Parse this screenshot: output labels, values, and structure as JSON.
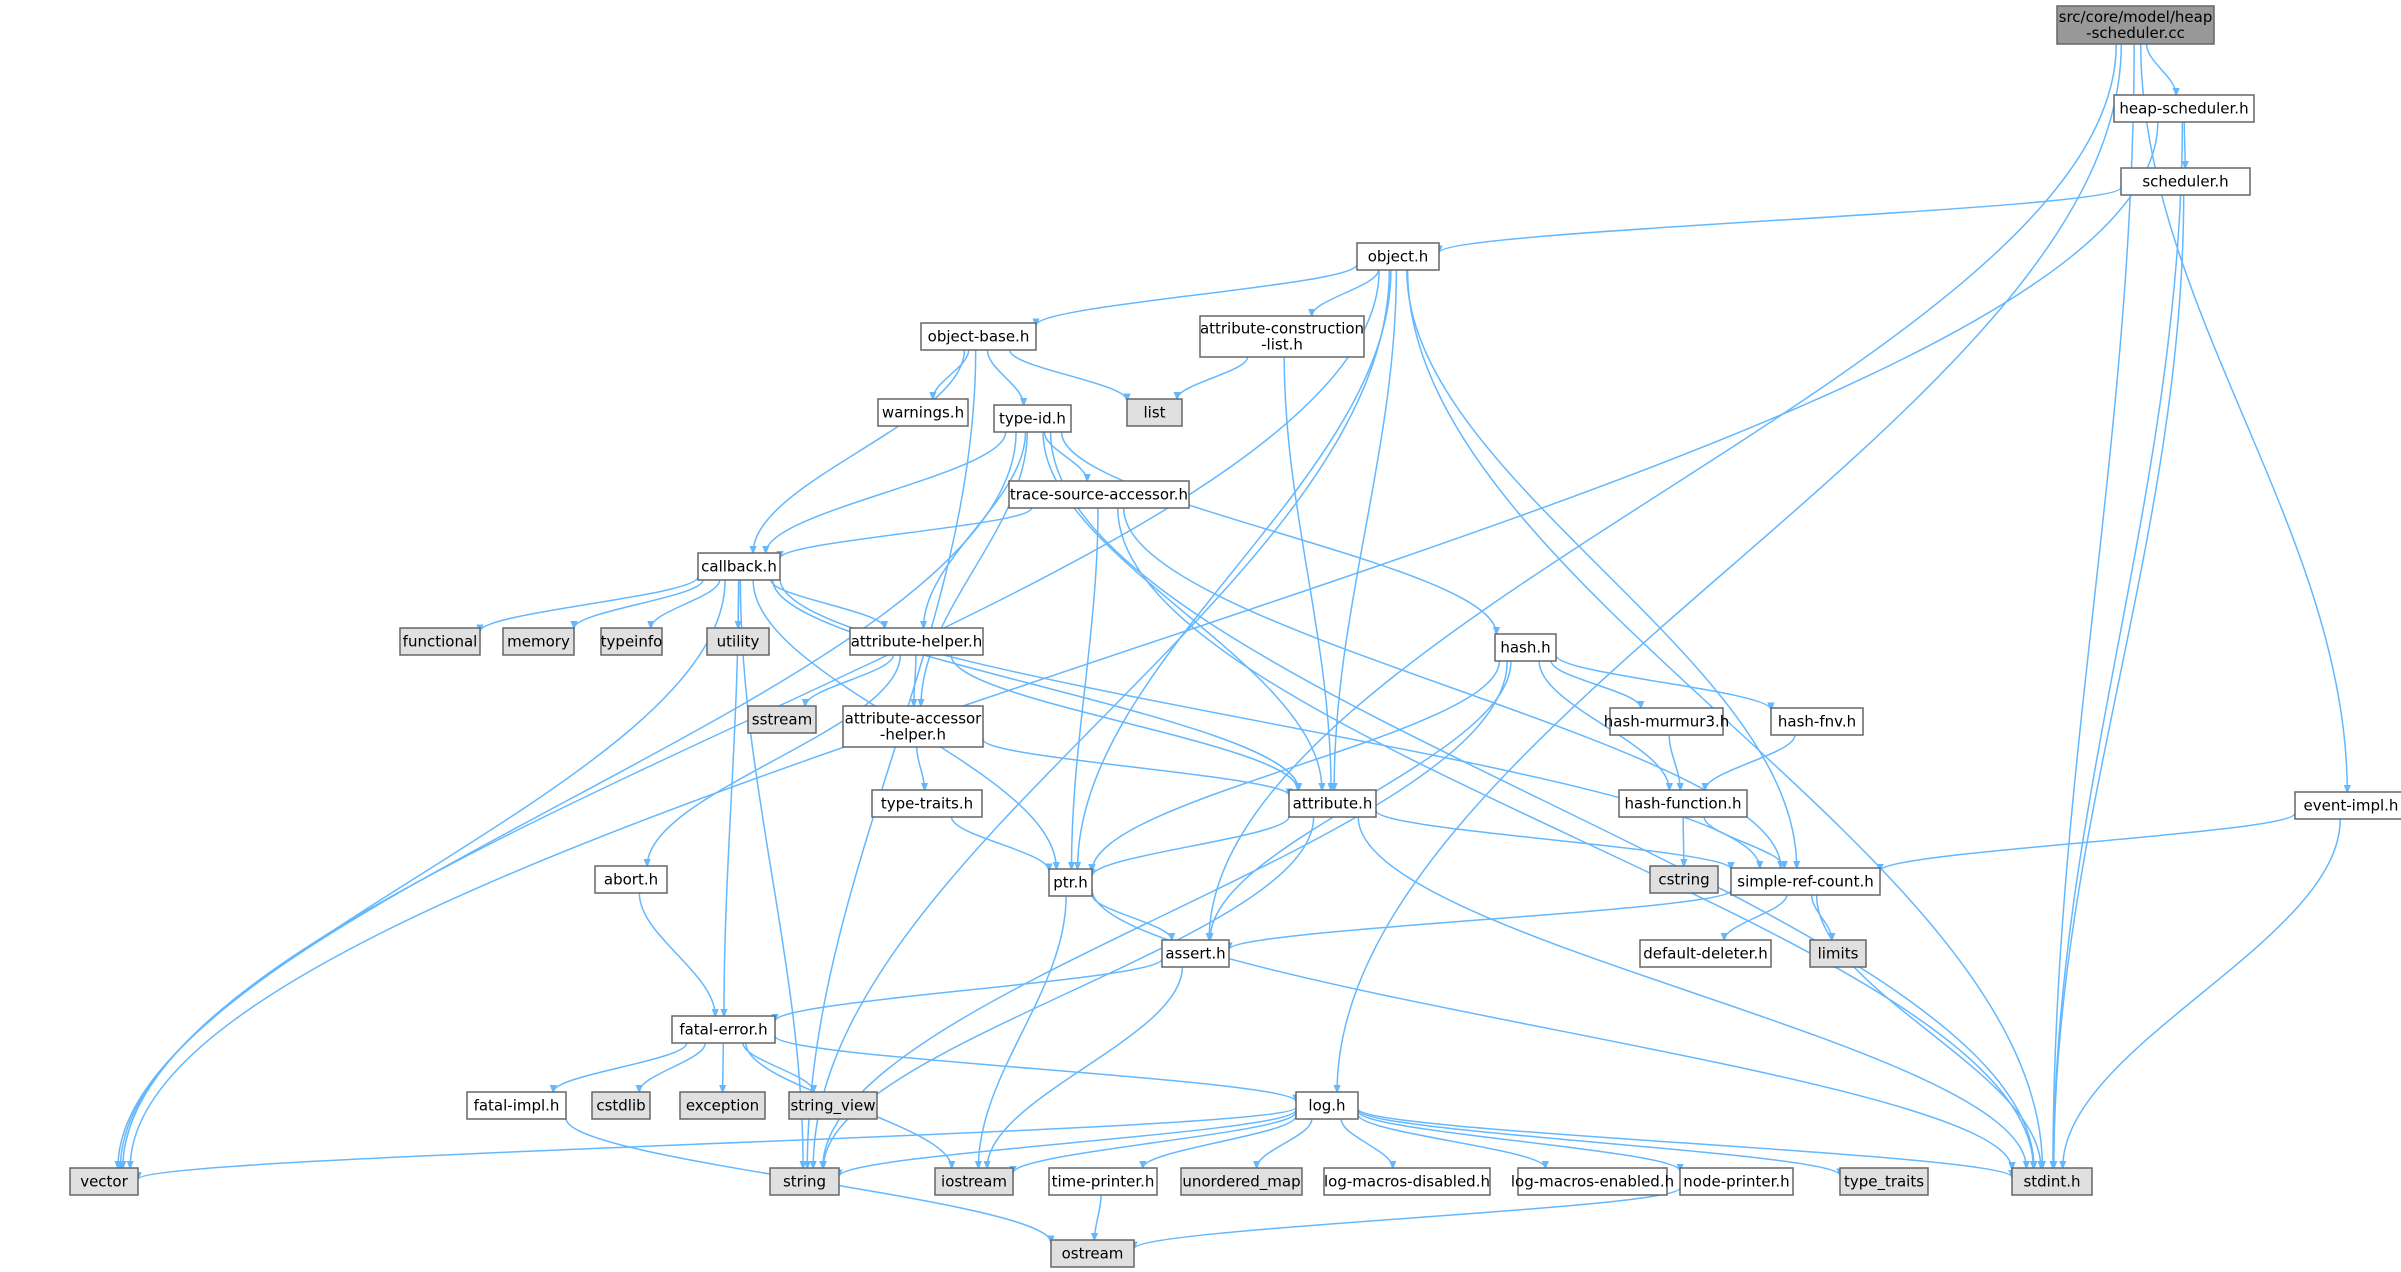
{
  "colors": {
    "edge": "#63b8ff",
    "node_border": "#666666",
    "root_fill": "#999999",
    "header_fill": "#ffffff",
    "system_fill": "#e0e0e0"
  },
  "nodes": [
    {
      "id": "root",
      "lines": [
        "src/core/model/heap",
        "-scheduler.cc"
      ],
      "kind": "root"
    },
    {
      "id": "heap_scheduler",
      "lines": [
        "heap-scheduler.h"
      ],
      "kind": "header"
    },
    {
      "id": "event_impl",
      "lines": [
        "event-impl.h"
      ],
      "kind": "header"
    },
    {
      "id": "scheduler",
      "lines": [
        "scheduler.h"
      ],
      "kind": "header"
    },
    {
      "id": "object",
      "lines": [
        "object.h"
      ],
      "kind": "header"
    },
    {
      "id": "object_base",
      "lines": [
        "object-base.h"
      ],
      "kind": "header"
    },
    {
      "id": "attr_constr",
      "lines": [
        "attribute-construction",
        "-list.h"
      ],
      "kind": "header"
    },
    {
      "id": "warnings",
      "lines": [
        "warnings.h"
      ],
      "kind": "header"
    },
    {
      "id": "list",
      "lines": [
        "list"
      ],
      "kind": "system"
    },
    {
      "id": "type_id",
      "lines": [
        "type-id.h"
      ],
      "kind": "header"
    },
    {
      "id": "trace_source",
      "lines": [
        "trace-source-accessor.h"
      ],
      "kind": "header"
    },
    {
      "id": "callback",
      "lines": [
        "callback.h"
      ],
      "kind": "header"
    },
    {
      "id": "functional",
      "lines": [
        "functional"
      ],
      "kind": "system"
    },
    {
      "id": "memory",
      "lines": [
        "memory"
      ],
      "kind": "system"
    },
    {
      "id": "typeinfo",
      "lines": [
        "typeinfo"
      ],
      "kind": "system"
    },
    {
      "id": "utility",
      "lines": [
        "utility"
      ],
      "kind": "system"
    },
    {
      "id": "attr_helper",
      "lines": [
        "attribute-helper.h"
      ],
      "kind": "header"
    },
    {
      "id": "hash",
      "lines": [
        "hash.h"
      ],
      "kind": "header"
    },
    {
      "id": "hash_murmur3",
      "lines": [
        "hash-murmur3.h"
      ],
      "kind": "header"
    },
    {
      "id": "hash_fnv",
      "lines": [
        "hash-fnv.h"
      ],
      "kind": "header"
    },
    {
      "id": "sstream",
      "lines": [
        "sstream"
      ],
      "kind": "system"
    },
    {
      "id": "attr_accessor",
      "lines": [
        "attribute-accessor",
        "-helper.h"
      ],
      "kind": "header"
    },
    {
      "id": "type_traits_h",
      "lines": [
        "type-traits.h"
      ],
      "kind": "header"
    },
    {
      "id": "attribute",
      "lines": [
        "attribute.h"
      ],
      "kind": "header"
    },
    {
      "id": "hash_function",
      "lines": [
        "hash-function.h"
      ],
      "kind": "header"
    },
    {
      "id": "cstring",
      "lines": [
        "cstring"
      ],
      "kind": "system"
    },
    {
      "id": "abort",
      "lines": [
        "abort.h"
      ],
      "kind": "header"
    },
    {
      "id": "ptr",
      "lines": [
        "ptr.h"
      ],
      "kind": "header"
    },
    {
      "id": "simple_ref",
      "lines": [
        "simple-ref-count.h"
      ],
      "kind": "header"
    },
    {
      "id": "assert",
      "lines": [
        "assert.h"
      ],
      "kind": "header"
    },
    {
      "id": "default_deleter",
      "lines": [
        "default-deleter.h"
      ],
      "kind": "header"
    },
    {
      "id": "limits",
      "lines": [
        "limits"
      ],
      "kind": "system"
    },
    {
      "id": "fatal_error",
      "lines": [
        "fatal-error.h"
      ],
      "kind": "header"
    },
    {
      "id": "fatal_impl",
      "lines": [
        "fatal-impl.h"
      ],
      "kind": "header"
    },
    {
      "id": "cstdlib",
      "lines": [
        "cstdlib"
      ],
      "kind": "system"
    },
    {
      "id": "exception",
      "lines": [
        "exception"
      ],
      "kind": "system"
    },
    {
      "id": "string_view",
      "lines": [
        "string_view"
      ],
      "kind": "system"
    },
    {
      "id": "log",
      "lines": [
        "log.h"
      ],
      "kind": "header"
    },
    {
      "id": "vector",
      "lines": [
        "vector"
      ],
      "kind": "system"
    },
    {
      "id": "string",
      "lines": [
        "string"
      ],
      "kind": "system"
    },
    {
      "id": "iostream",
      "lines": [
        "iostream"
      ],
      "kind": "system"
    },
    {
      "id": "time_printer",
      "lines": [
        "time-printer.h"
      ],
      "kind": "header"
    },
    {
      "id": "unordered_map",
      "lines": [
        "unordered_map"
      ],
      "kind": "system"
    },
    {
      "id": "log_macros_dis",
      "lines": [
        "log-macros-disabled.h"
      ],
      "kind": "header"
    },
    {
      "id": "log_macros_en",
      "lines": [
        "log-macros-enabled.h"
      ],
      "kind": "header"
    },
    {
      "id": "node_printer",
      "lines": [
        "node-printer.h"
      ],
      "kind": "header"
    },
    {
      "id": "type_traits",
      "lines": [
        "type_traits"
      ],
      "kind": "system"
    },
    {
      "id": "stdint",
      "lines": [
        "stdint.h"
      ],
      "kind": "system"
    },
    {
      "id": "ostream",
      "lines": [
        "ostream"
      ],
      "kind": "system"
    }
  ],
  "edges": [
    [
      "root",
      "heap_scheduler"
    ],
    [
      "root",
      "event_impl"
    ],
    [
      "root",
      "assert"
    ],
    [
      "root",
      "log"
    ],
    [
      "root",
      "stdint"
    ],
    [
      "heap_scheduler",
      "scheduler"
    ],
    [
      "heap_scheduler",
      "vector"
    ],
    [
      "heap_scheduler",
      "stdint"
    ],
    [
      "scheduler",
      "object"
    ],
    [
      "scheduler",
      "stdint"
    ],
    [
      "event_impl",
      "simple_ref"
    ],
    [
      "event_impl",
      "stdint"
    ],
    [
      "object",
      "object_base"
    ],
    [
      "object",
      "attr_constr"
    ],
    [
      "object",
      "ptr"
    ],
    [
      "object",
      "attribute"
    ],
    [
      "object",
      "simple_ref"
    ],
    [
      "object",
      "vector"
    ],
    [
      "object",
      "string"
    ],
    [
      "object",
      "stdint"
    ],
    [
      "object_base",
      "type_id"
    ],
    [
      "object_base",
      "warnings"
    ],
    [
      "object_base",
      "list"
    ],
    [
      "object_base",
      "callback"
    ],
    [
      "object_base",
      "string"
    ],
    [
      "attr_constr",
      "list"
    ],
    [
      "attr_constr",
      "attribute"
    ],
    [
      "type_id",
      "trace_source"
    ],
    [
      "type_id",
      "callback"
    ],
    [
      "type_id",
      "attr_helper"
    ],
    [
      "type_id",
      "attr_accessor"
    ],
    [
      "type_id",
      "hash"
    ],
    [
      "type_id",
      "attribute"
    ],
    [
      "type_id",
      "vector"
    ],
    [
      "type_id",
      "stdint"
    ],
    [
      "trace_source",
      "callback"
    ],
    [
      "trace_source",
      "ptr"
    ],
    [
      "trace_source",
      "simple_ref"
    ],
    [
      "trace_source",
      "stdint"
    ],
    [
      "callback",
      "functional"
    ],
    [
      "callback",
      "memory"
    ],
    [
      "callback",
      "typeinfo"
    ],
    [
      "callback",
      "utility"
    ],
    [
      "callback",
      "attr_helper"
    ],
    [
      "callback",
      "attribute"
    ],
    [
      "callback",
      "ptr"
    ],
    [
      "callback",
      "simple_ref"
    ],
    [
      "callback",
      "fatal_error"
    ],
    [
      "callback",
      "string"
    ],
    [
      "callback",
      "vector"
    ],
    [
      "attr_helper",
      "sstream"
    ],
    [
      "attr_helper",
      "attr_accessor"
    ],
    [
      "attr_helper",
      "attribute"
    ],
    [
      "attr_helper",
      "abort"
    ],
    [
      "attr_accessor",
      "type_traits_h"
    ],
    [
      "attr_accessor",
      "attribute"
    ],
    [
      "type_traits_h",
      "ptr"
    ],
    [
      "hash",
      "hash_murmur3"
    ],
    [
      "hash",
      "hash_fnv"
    ],
    [
      "hash",
      "hash_function"
    ],
    [
      "hash",
      "ptr"
    ],
    [
      "hash",
      "assert"
    ],
    [
      "hash",
      "string"
    ],
    [
      "hash_murmur3",
      "hash_function"
    ],
    [
      "hash_fnv",
      "hash_function"
    ],
    [
      "hash_function",
      "cstring"
    ],
    [
      "hash_function",
      "simple_ref"
    ],
    [
      "attribute",
      "ptr"
    ],
    [
      "attribute",
      "simple_ref"
    ],
    [
      "attribute",
      "string"
    ],
    [
      "attribute",
      "stdint"
    ],
    [
      "abort",
      "fatal_error"
    ],
    [
      "ptr",
      "assert"
    ],
    [
      "ptr",
      "iostream"
    ],
    [
      "ptr",
      "stdint"
    ],
    [
      "simple_ref",
      "assert"
    ],
    [
      "simple_ref",
      "default_deleter"
    ],
    [
      "simple_ref",
      "limits"
    ],
    [
      "simple_ref",
      "stdint"
    ],
    [
      "assert",
      "fatal_error"
    ],
    [
      "assert",
      "iostream"
    ],
    [
      "fatal_error",
      "fatal_impl"
    ],
    [
      "fatal_error",
      "cstdlib"
    ],
    [
      "fatal_error",
      "exception"
    ],
    [
      "fatal_error",
      "string_view"
    ],
    [
      "fatal_error",
      "log"
    ],
    [
      "fatal_error",
      "iostream"
    ],
    [
      "fatal_impl",
      "ostream"
    ],
    [
      "log",
      "vector"
    ],
    [
      "log",
      "string"
    ],
    [
      "log",
      "iostream"
    ],
    [
      "log",
      "time_printer"
    ],
    [
      "log",
      "unordered_map"
    ],
    [
      "log",
      "log_macros_dis"
    ],
    [
      "log",
      "log_macros_en"
    ],
    [
      "log",
      "node_printer"
    ],
    [
      "log",
      "type_traits"
    ],
    [
      "log",
      "stdint"
    ],
    [
      "time_printer",
      "ostream"
    ],
    [
      "node_printer",
      "ostream"
    ]
  ]
}
